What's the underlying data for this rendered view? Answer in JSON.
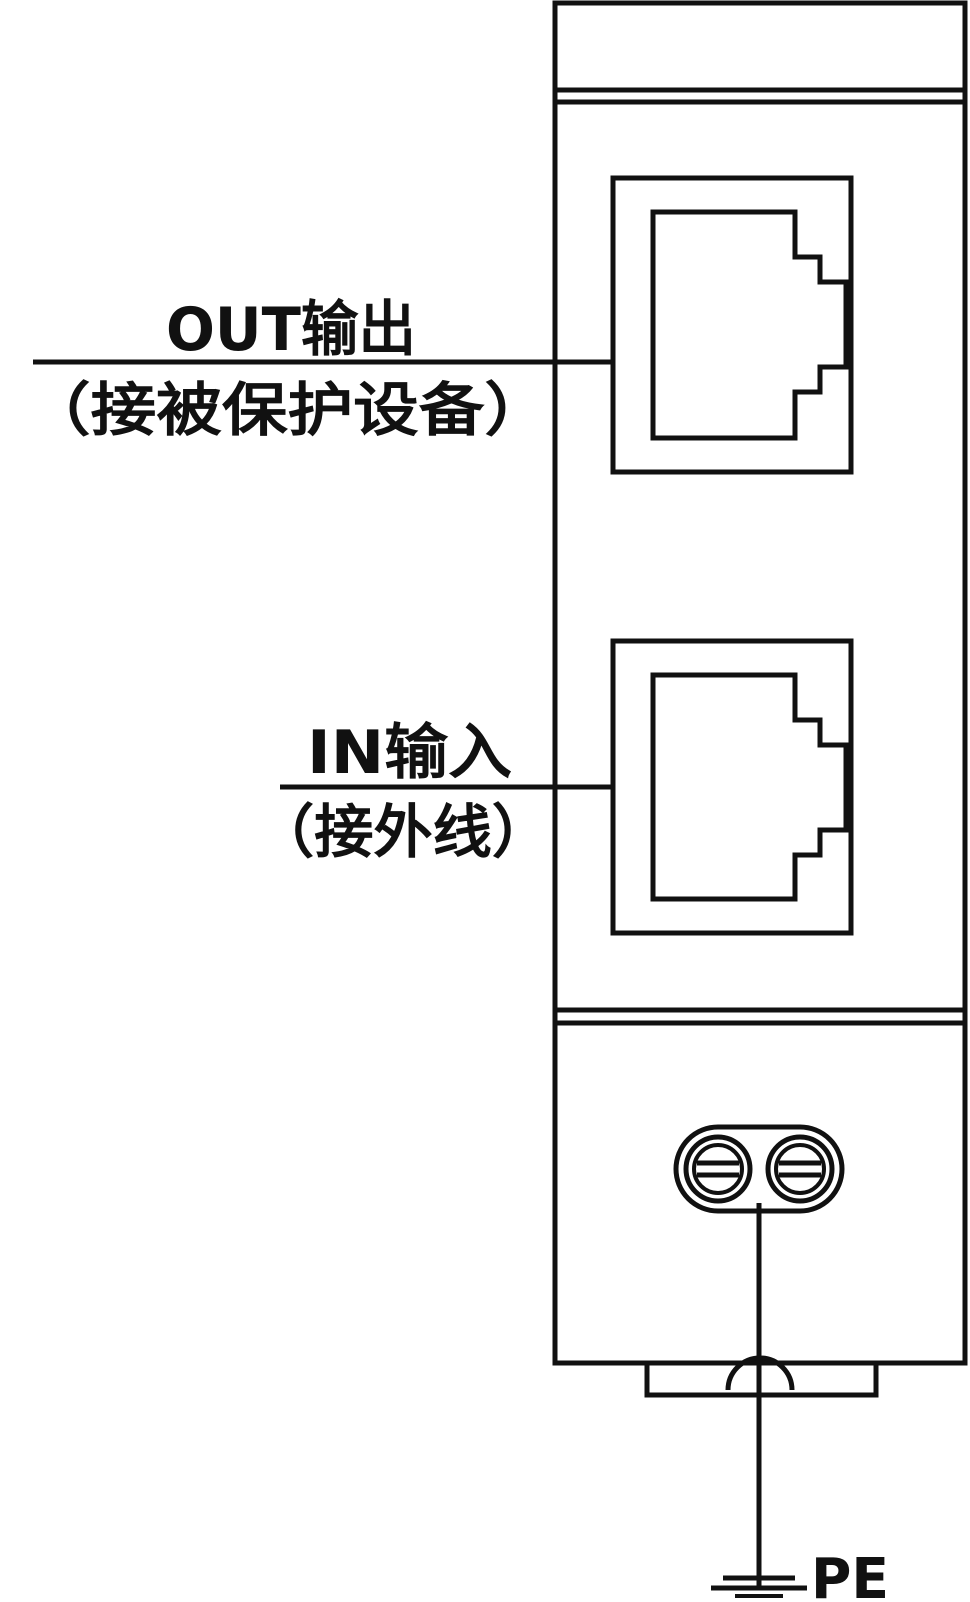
{
  "labels": {
    "out_title": "OUT输出",
    "out_note": "（接被保护设备）",
    "in_title": "IN输入",
    "in_note": "（接外线）",
    "ground": "PE"
  },
  "colors": {
    "stroke": "#111111",
    "background": "#ffffff"
  }
}
